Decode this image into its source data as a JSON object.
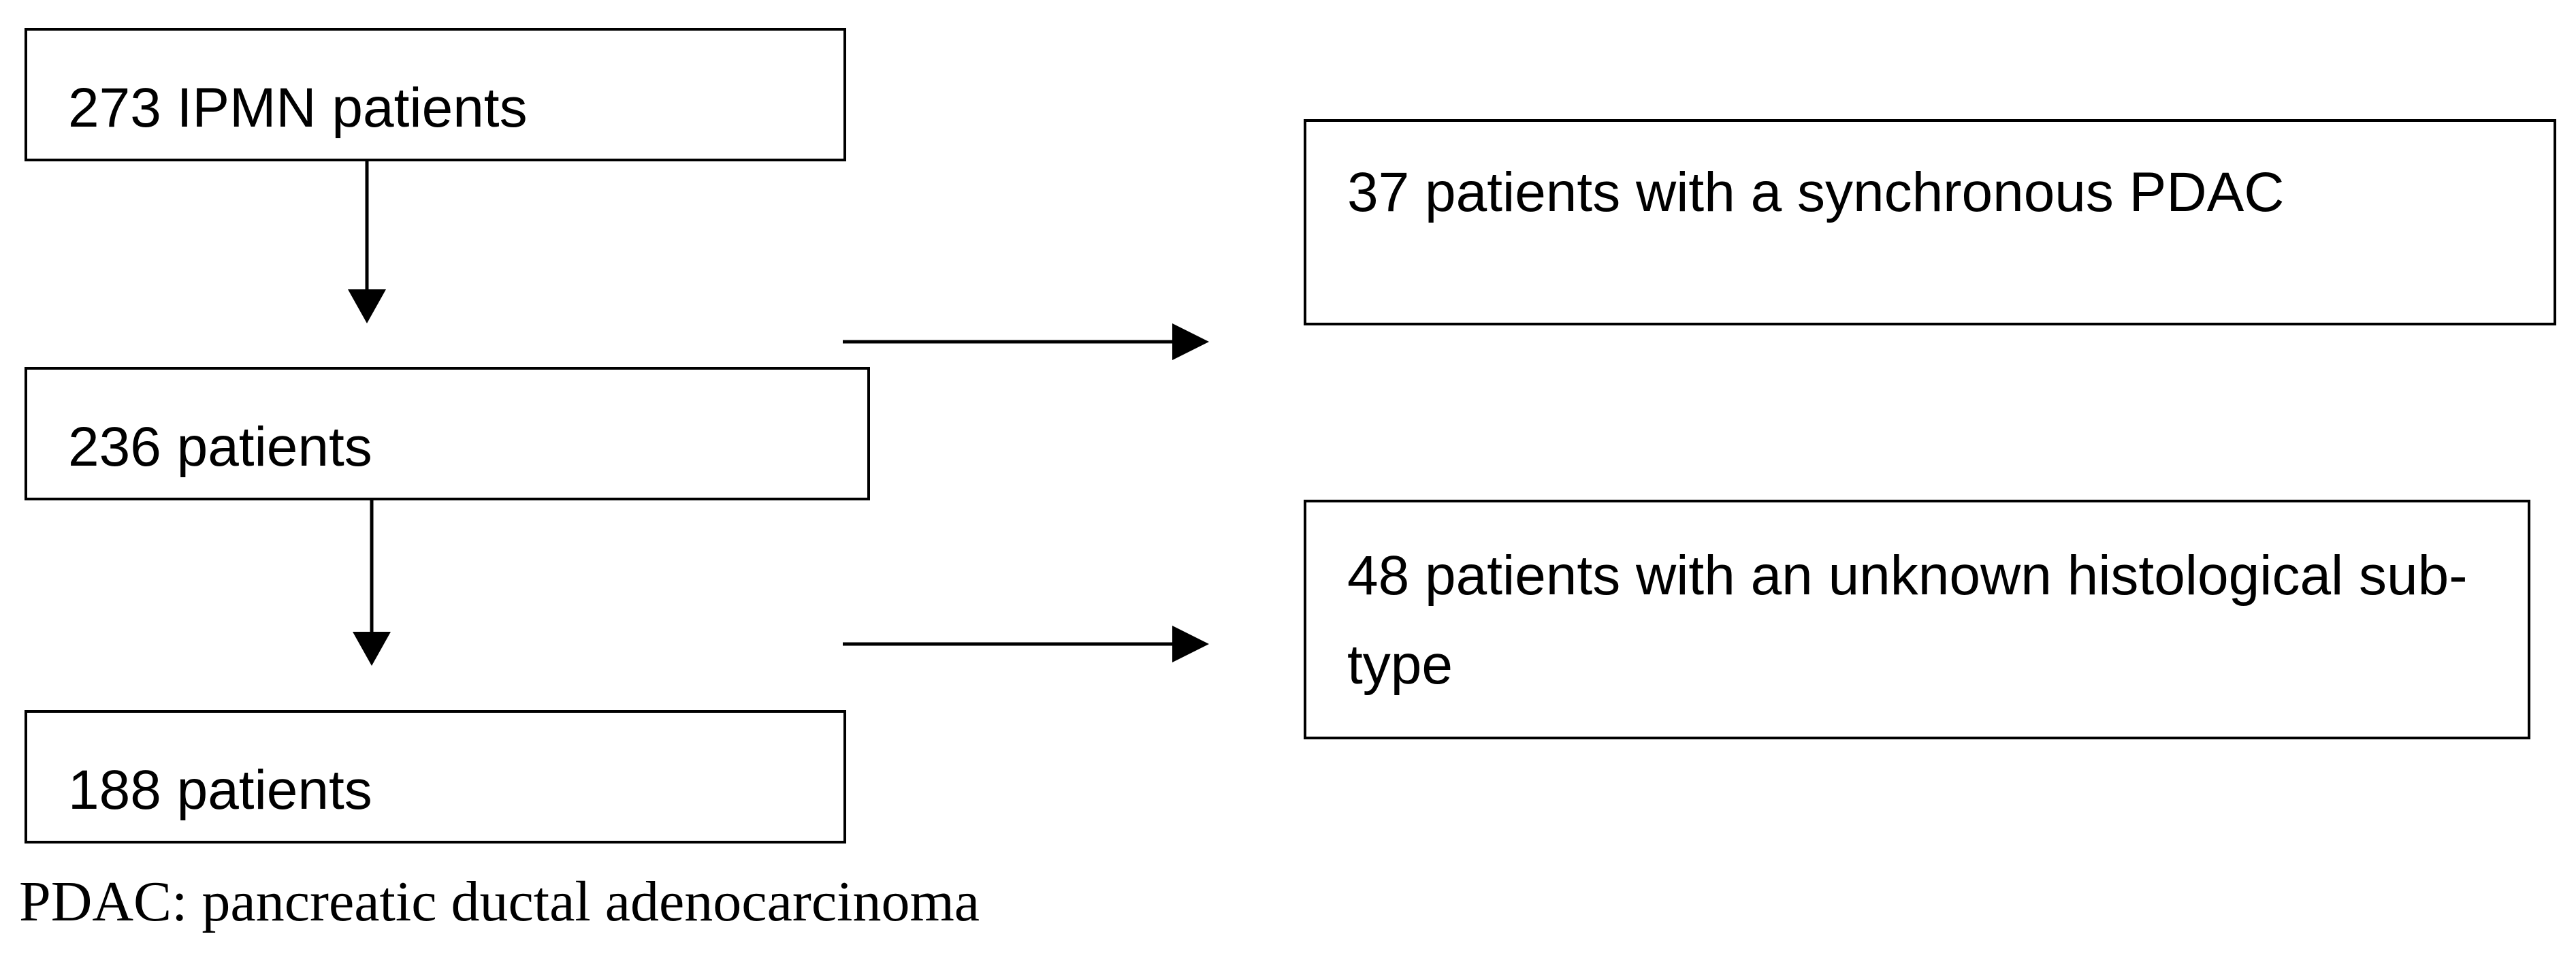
{
  "flowchart": {
    "nodes": {
      "ipmn_patients": "273 IPMN patients",
      "patients_236": "236 patients",
      "patients_188": "188 patients",
      "synchronous_pdac": "37 patients with a synchronous PDAC",
      "unknown_subtype": "48 patients with an unknown histological sub-type"
    },
    "edges": [
      {
        "from": "ipmn_patients",
        "to": "patients_236"
      },
      {
        "from": "patients_236",
        "to": "patients_188"
      },
      {
        "from": "main_flow_1",
        "to": "synchronous_pdac"
      },
      {
        "from": "main_flow_2",
        "to": "unknown_subtype"
      }
    ]
  },
  "footnote": "PDAC: pancreatic ductal adenocarcinoma",
  "colors": {
    "line": "#000000",
    "background": "#ffffff"
  }
}
